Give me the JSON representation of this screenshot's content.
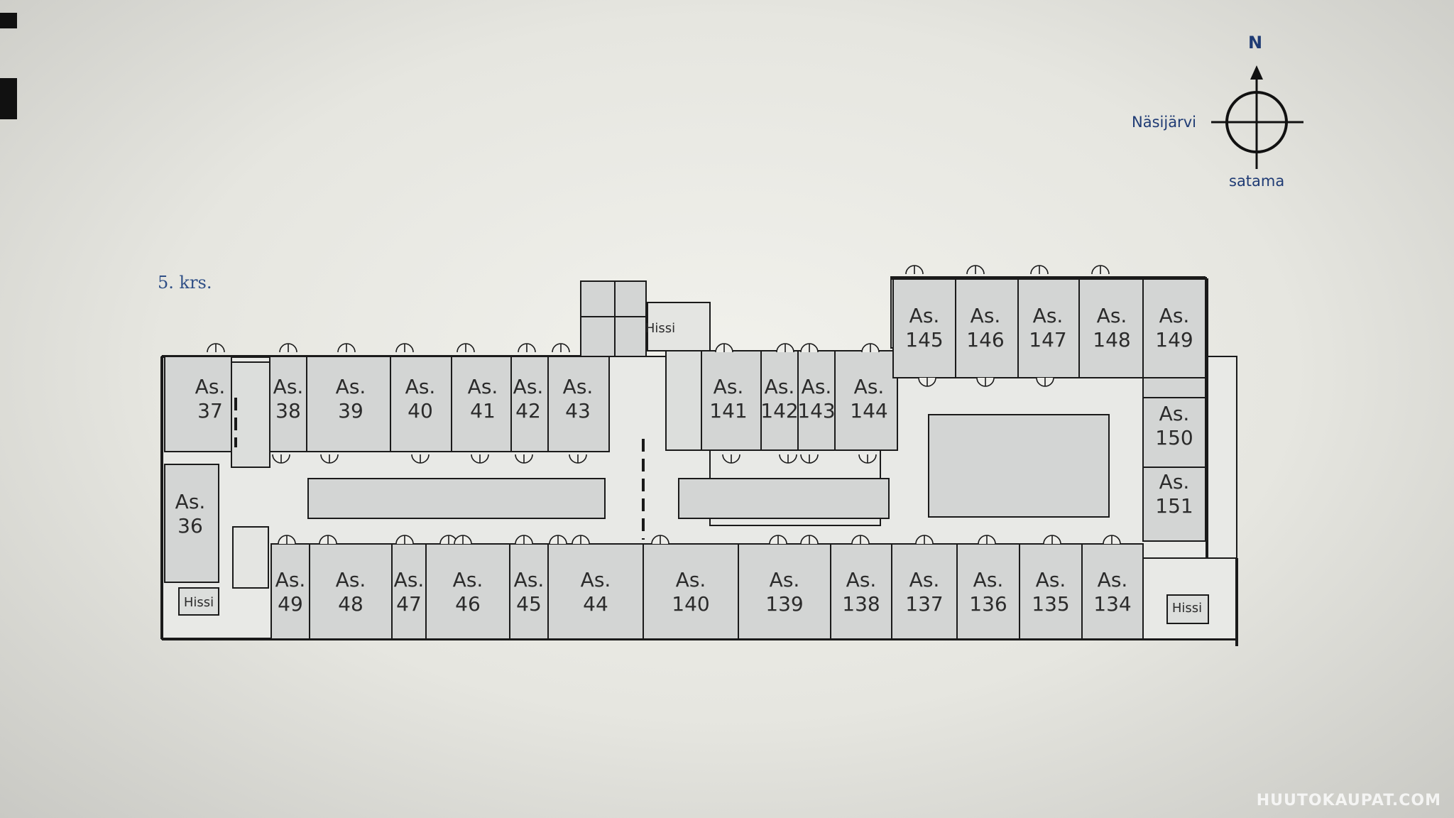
{
  "floor_label": "5. krs.",
  "compass": {
    "north": "N",
    "west": "Näsijärvi",
    "south": "satama"
  },
  "watermark": "HUUTOKAUPAT.COM",
  "elevator_label": "Hissi",
  "units_north": [
    {
      "prefix": "As.",
      "number": "37"
    },
    {
      "prefix": "As.",
      "number": "38"
    },
    {
      "prefix": "As.",
      "number": "39"
    },
    {
      "prefix": "As.",
      "number": "40"
    },
    {
      "prefix": "As.",
      "number": "41"
    },
    {
      "prefix": "As.",
      "number": "42"
    },
    {
      "prefix": "As.",
      "number": "43"
    },
    {
      "prefix": "As.",
      "number": "141"
    },
    {
      "prefix": "As.",
      "number": "142"
    },
    {
      "prefix": "As.",
      "number": "143"
    },
    {
      "prefix": "As.",
      "number": "144"
    },
    {
      "prefix": "As.",
      "number": "145"
    },
    {
      "prefix": "As.",
      "number": "146"
    },
    {
      "prefix": "As.",
      "number": "147"
    },
    {
      "prefix": "As.",
      "number": "148"
    },
    {
      "prefix": "As.",
      "number": "149"
    }
  ],
  "units_east": [
    {
      "prefix": "As.",
      "number": "150"
    },
    {
      "prefix": "As.",
      "number": "151"
    }
  ],
  "units_west": [
    {
      "prefix": "As.",
      "number": "36"
    }
  ],
  "units_south": [
    {
      "prefix": "As.",
      "number": "49"
    },
    {
      "prefix": "As.",
      "number": "48"
    },
    {
      "prefix": "As.",
      "number": "47"
    },
    {
      "prefix": "As.",
      "number": "46"
    },
    {
      "prefix": "As.",
      "number": "45"
    },
    {
      "prefix": "As.",
      "number": "44"
    },
    {
      "prefix": "As.",
      "number": "140"
    },
    {
      "prefix": "As.",
      "number": "139"
    },
    {
      "prefix": "As.",
      "number": "138"
    },
    {
      "prefix": "As.",
      "number": "137"
    },
    {
      "prefix": "As.",
      "number": "136"
    },
    {
      "prefix": "As.",
      "number": "135"
    },
    {
      "prefix": "As.",
      "number": "134"
    }
  ],
  "colors": {
    "wall": "#1a1a1a",
    "room": "#d3d5d4",
    "corridor": "#e8e9e6",
    "ink": "#2b2b2b",
    "accent": "#1f3b74"
  }
}
